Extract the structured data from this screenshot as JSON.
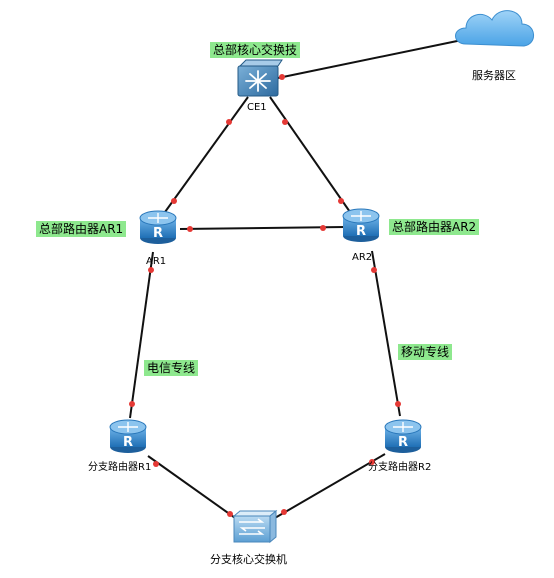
{
  "colors": {
    "link": "#111111",
    "port_dot": "#e53935",
    "label_bg": "#8ee88e",
    "router_body": "#3a86c8",
    "cloud": "#6bb7ee"
  },
  "nodes": {
    "ce1": {
      "label": "CE1",
      "caption": "总部核心交换技",
      "icon": "core-switch-icon"
    },
    "ar1": {
      "label": "AR1",
      "caption": "总部路由器AR1",
      "icon": "router-icon"
    },
    "ar2": {
      "label": "AR2",
      "caption": "总部路由器AR2",
      "icon": "router-icon"
    },
    "r1": {
      "label": "分支路由器R1",
      "icon": "router-icon"
    },
    "r2": {
      "label": "分支路由器R2",
      "icon": "router-icon"
    },
    "branch_switch": {
      "label": "分支核心交换机",
      "icon": "switch-icon"
    },
    "server_zone": {
      "label": "服务器区",
      "icon": "cloud-icon"
    }
  },
  "links": {
    "ar1_r1": "电信专线",
    "ar2_r2": "移动专线"
  }
}
